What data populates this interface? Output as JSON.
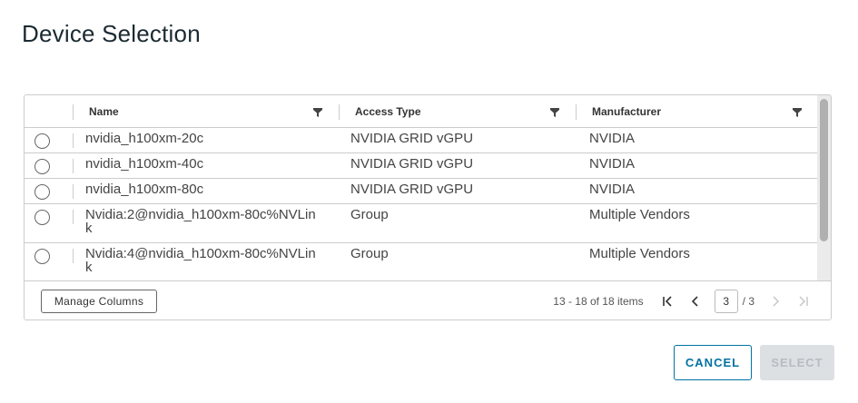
{
  "dialog": {
    "title": "Device Selection"
  },
  "grid": {
    "columns": [
      {
        "label": "Name",
        "filter_icon": "filter-icon"
      },
      {
        "label": "Access Type",
        "filter_icon": "filter-icon"
      },
      {
        "label": "Manufacturer",
        "filter_icon": "filter-icon"
      }
    ],
    "rows": [
      {
        "name": "nvidia_h100xm-20c",
        "access_type": "NVIDIA GRID vGPU",
        "manufacturer": "NVIDIA",
        "selected": false
      },
      {
        "name": "nvidia_h100xm-40c",
        "access_type": "NVIDIA GRID vGPU",
        "manufacturer": "NVIDIA",
        "selected": false
      },
      {
        "name": "nvidia_h100xm-80c",
        "access_type": "NVIDIA GRID vGPU",
        "manufacturer": "NVIDIA",
        "selected": false
      },
      {
        "name": "Nvidia:2@nvidia_h100xm-80c%NVLink",
        "access_type": "Group",
        "manufacturer": "Multiple Vendors",
        "selected": false
      },
      {
        "name": "Nvidia:4@nvidia_h100xm-80c%NVLink",
        "access_type": "Group",
        "manufacturer": "Multiple Vendors",
        "selected": false
      }
    ],
    "footer": {
      "manage_columns_label": "Manage Columns",
      "item_count": "13 - 18 of 18 items",
      "current_page": "3",
      "total_pages": "/ 3"
    }
  },
  "actions": {
    "cancel_label": "CANCEL",
    "select_label": "SELECT"
  },
  "colors": {
    "primary": "#0072a3",
    "disabled_bg": "#dde0e3",
    "disabled_text": "#b5bcc1",
    "border": "#cccccc"
  }
}
